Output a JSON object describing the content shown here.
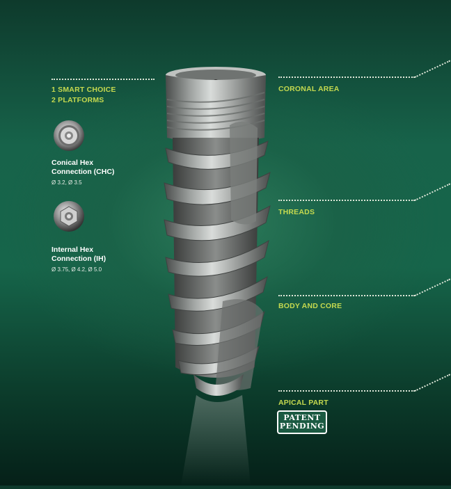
{
  "intro": {
    "line1": "1 SMART CHOICE",
    "line2": "2 PLATFORMS"
  },
  "connections": [
    {
      "title_line1": "Conical Hex",
      "title_line2": "Connection (CHC)",
      "sizes": "Ø 3.2, Ø 3.5",
      "icon": "conical-hex-connector-icon"
    },
    {
      "title_line1": "Internal Hex",
      "title_line2": "Connection (IH)",
      "sizes": "Ø 3.75, Ø 4.2, Ø 5.0",
      "icon": "internal-hex-connector-icon"
    }
  ],
  "regions": {
    "coronal": "CORONAL AREA",
    "threads": "THREADS",
    "body": "BODY AND CORE",
    "apical": "APICAL PART"
  },
  "badge": {
    "line1": "PATENT",
    "line2": "PENDING"
  },
  "colors": {
    "accent": "#c5d94f",
    "background": "#16654a",
    "text": "#ffffff"
  }
}
